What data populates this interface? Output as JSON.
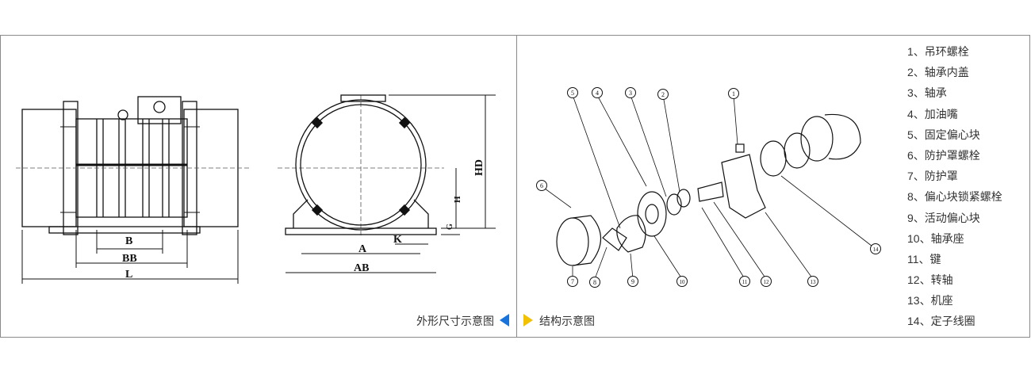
{
  "left_panel": {
    "caption": "外形尺寸示意图",
    "dimension_labels": {
      "B": "B",
      "BB": "BB",
      "L": "L",
      "A": "A",
      "AB": "AB",
      "K": "K",
      "HD": "HD",
      "H": "H",
      "G": "G"
    },
    "arrow_color": "#1a73d9"
  },
  "right_panel": {
    "caption": "结构示意图",
    "arrow_color": "#f2c200",
    "callouts": [
      "1",
      "2",
      "3",
      "4",
      "5",
      "6",
      "7",
      "8",
      "9",
      "10",
      "11",
      "12",
      "13",
      "14"
    ],
    "parts": [
      "1、吊环螺栓",
      "2、轴承内盖",
      "3、轴承",
      "4、加油嘴",
      "5、固定偏心块",
      "6、防护罩螺栓",
      "7、防护罩",
      "8、偏心块锁紧螺栓",
      "9、活动偏心块",
      "10、轴承座",
      "11、键",
      "12、转轴",
      "13、机座",
      "14、定子线圈"
    ]
  }
}
